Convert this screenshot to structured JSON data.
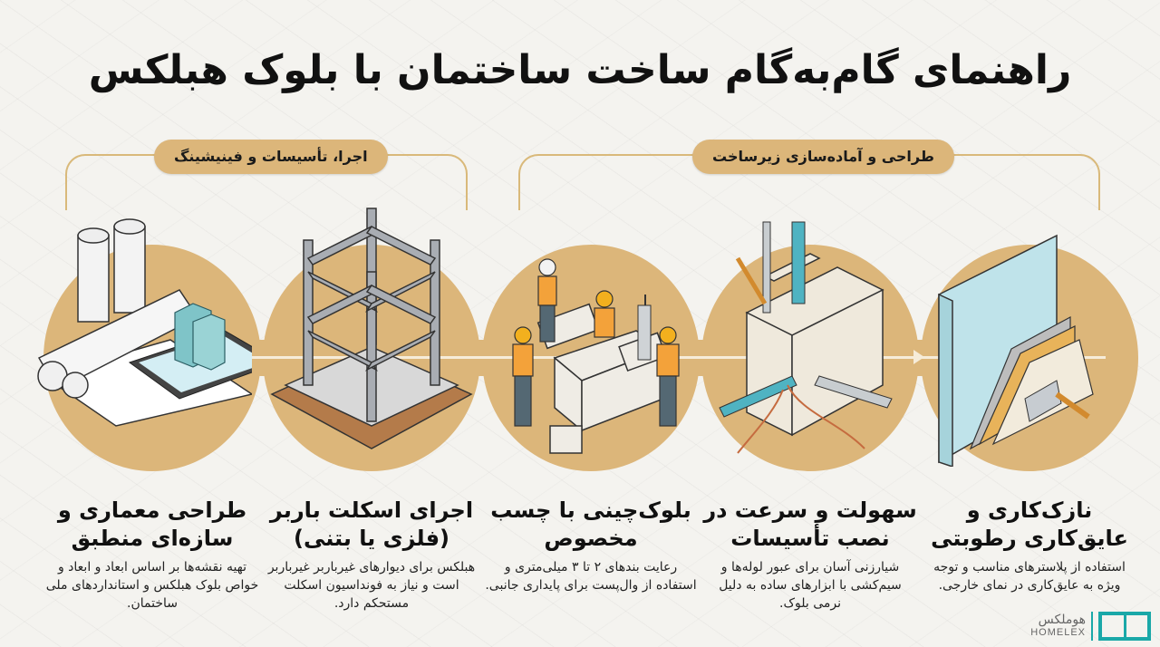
{
  "title": "راهنمای گام‌به‌گام ساخت ساختمان با بلوک هبلکس",
  "groups": [
    {
      "label": "اجرا، تأسیسات و فینیشینگ"
    },
    {
      "label": "طراحی و آماده‌سازی زیرساخت"
    }
  ],
  "colors": {
    "accent_gold": "#dcb67a",
    "background": "#f4f3ef",
    "brand_teal": "#1aa8a8",
    "text": "#111111"
  },
  "steps": [
    {
      "title": "طراحی معماری و سازه‌ای منطبق",
      "desc": "تهیه نقشه‌ها بر اساس ابعاد و ابعاد و خواص بلوک هبلکس و استانداردهای ملی ساختمان.",
      "icon": "blueprints-tablet-building-icon"
    },
    {
      "title": "اجرای اسکلت باربر (فلزی یا بتنی)",
      "desc": "هبلکس برای دیوارهای غیرباربر غیرباربر است و نیاز به فونداسیون اسکلت مستحکم دارد.",
      "icon": "steel-frame-foundation-icon"
    },
    {
      "title": "بلوک‌چینی با چسب مخصوص",
      "desc": "رعایت بندهای ۲ تا ۳ میلی‌متری و استفاده از وال‌پست برای پایداری جانبی.",
      "icon": "workers-laying-blocks-icon"
    },
    {
      "title": "سهولت و سرعت در نصب تأسیسات",
      "desc": "شیارزنی آسان برای عبور لوله‌ها و سیم‌کشی با ابزارهای ساده به دلیل نرمی بلوک.",
      "icon": "wall-pipes-wiring-icon"
    },
    {
      "title": "نازک‌کاری و عایق‌کاری رطوبتی",
      "desc": "استفاده از پلاسترهای مناسب و توجه ویژه به عایق‌کاری در نمای خارجی.",
      "icon": "wall-plaster-layers-icon"
    }
  ],
  "logo": {
    "fa": "هوملکس",
    "en": "HOMELEX"
  }
}
